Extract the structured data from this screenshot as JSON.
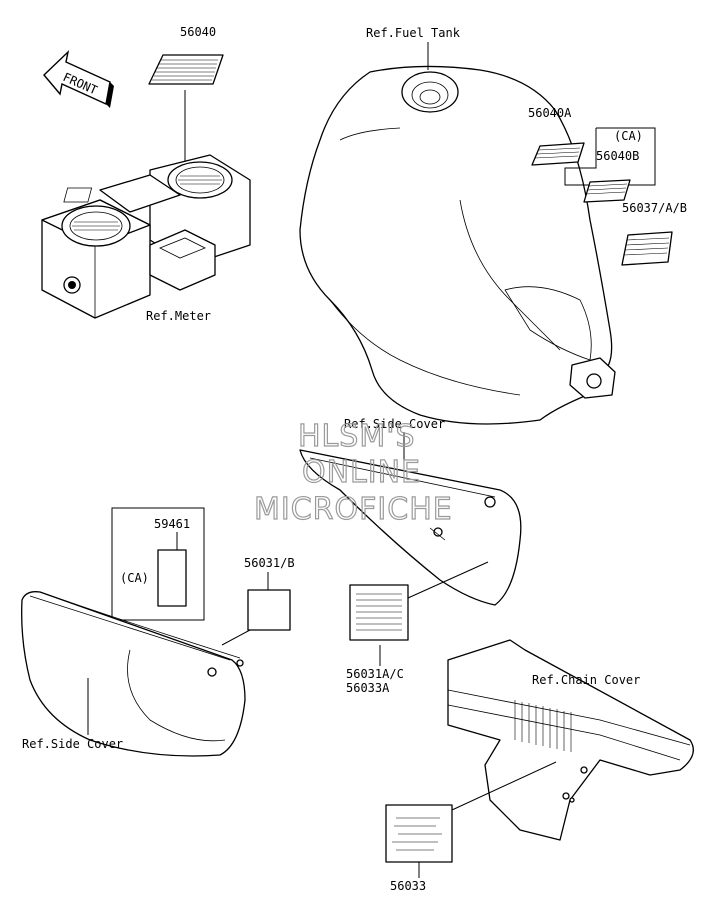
{
  "labels": {
    "front": "FRONT",
    "p56040": "56040",
    "ref_meter": "Ref.Meter",
    "ref_fuel_tank": "Ref.Fuel Tank",
    "p56040a": "56040A",
    "ca_top": "(CA)",
    "p56040b": "56040B",
    "p56037": "56037/A/B",
    "ref_side_cover_top": "Ref.Side Cover",
    "p59461": "59461",
    "ca_left": "(CA)",
    "p56031b": "56031/B",
    "p56031ac": "56031A/C",
    "p56033a": "56033A",
    "ref_chain_cover": "Ref.Chain Cover",
    "ref_side_cover_left": "Ref.Side Cover",
    "p56033": "56033"
  },
  "watermark": {
    "line1": "HLSM'S",
    "line2": "ONLINE",
    "line3": "MICROFICHE"
  }
}
